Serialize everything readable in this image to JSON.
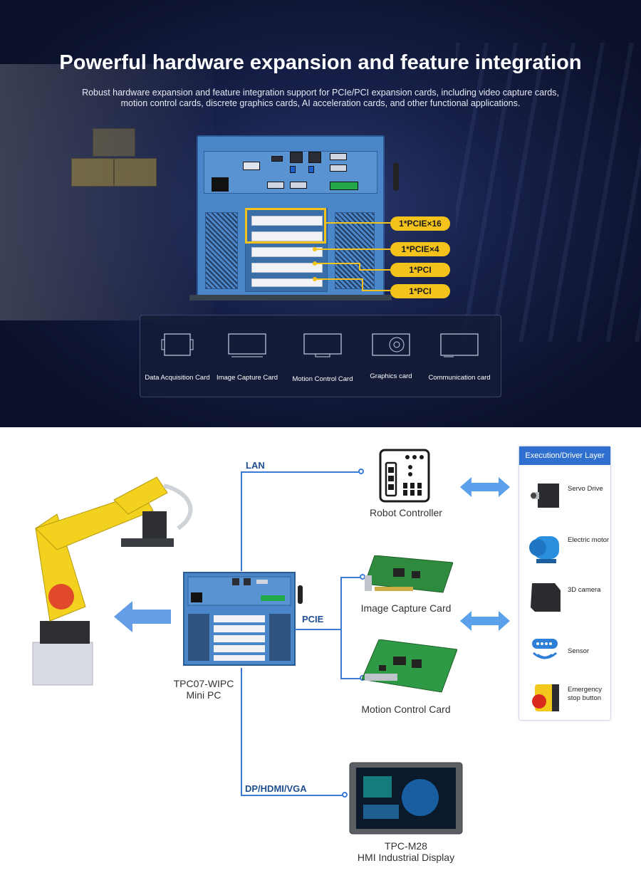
{
  "header": {
    "title": "Powerful hardware expansion and feature integration",
    "subtitle_line1": "Robust hardware expansion and feature integration support for PCIe/PCI expansion cards, including video capture cards,",
    "subtitle_line2": "motion control cards, discrete graphics cards, AI acceleration cards, and other functional applications."
  },
  "slots": [
    {
      "label": "1*PCIE×16"
    },
    {
      "label": "1*PCIE×4"
    },
    {
      "label": "1*PCI"
    },
    {
      "label": "1*PCI"
    }
  ],
  "cards": [
    {
      "label": "Data Acquisition Card"
    },
    {
      "label": "Image Capture Card"
    },
    {
      "label": "Motion Control Card"
    },
    {
      "label": "Graphics card"
    },
    {
      "label": "Communication card"
    }
  ],
  "diagram": {
    "lan_label": "LAN",
    "pcie_label": "PCIE",
    "video_label": "DP/HDMI/VGA",
    "robot_controller": "Robot Controller",
    "image_capture_card": "Image Capture Card",
    "motion_control_card": "Motion Control Card",
    "pc_model": "TPC07-WIPC",
    "pc_type": "Mini PC",
    "display_model": "TPC-M28",
    "display_type": "HMI Industrial Display"
  },
  "execution_layer": {
    "title": "Execution/Driver Layer",
    "items": [
      {
        "label": "Servo Drive"
      },
      {
        "label": "Electric motor"
      },
      {
        "label": "3D camera"
      },
      {
        "label": "Sensor"
      },
      {
        "label": "Emergency stop button"
      }
    ]
  },
  "colors": {
    "accent_yellow": "#f3c21b",
    "chassis_blue": "#4b86c8",
    "diagram_blue": "#3a7bd5",
    "panel_header": "#2f6fcf"
  }
}
